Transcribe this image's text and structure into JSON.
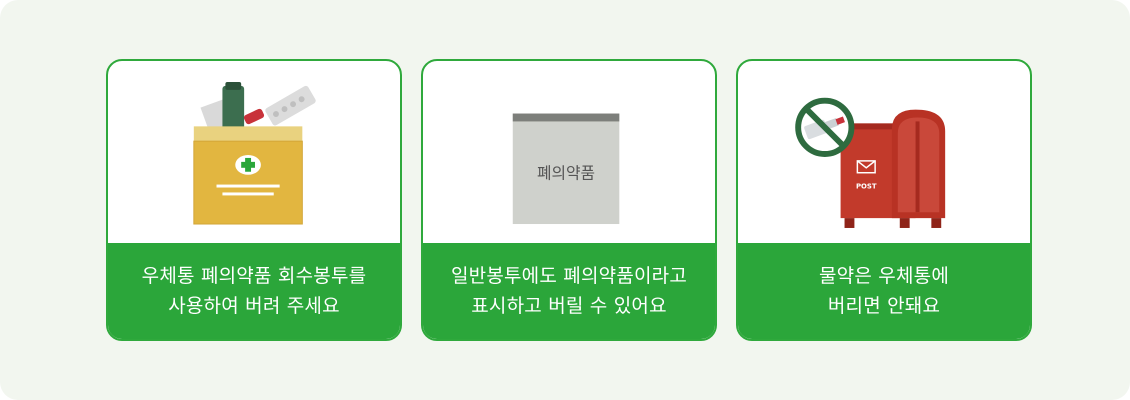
{
  "cards": [
    {
      "id": "postbox-bag",
      "illustration": "medicine-box-icon",
      "caption_lines": [
        "우체통 폐의약품 회수봉투를",
        "사용하여 버려 주세요"
      ]
    },
    {
      "id": "regular-envelope",
      "illustration": "envelope-icon",
      "envelope_label": "폐의약품",
      "caption_lines": [
        "일반봉투에도 폐의약품이라고",
        "표시하고 버릴 수 있어요"
      ]
    },
    {
      "id": "no-liquid",
      "illustration": "mailbox-no-liquid-icon",
      "mailbox_label": "POST",
      "caption_lines": [
        "물약은 우체통에",
        "버리면 안돼요"
      ]
    }
  ],
  "colors": {
    "accent_green": "#2ba63a",
    "panel_background": "#f2f6ef",
    "mailbox_red": "#c23a2b",
    "box_yellow": "#e3b845"
  }
}
